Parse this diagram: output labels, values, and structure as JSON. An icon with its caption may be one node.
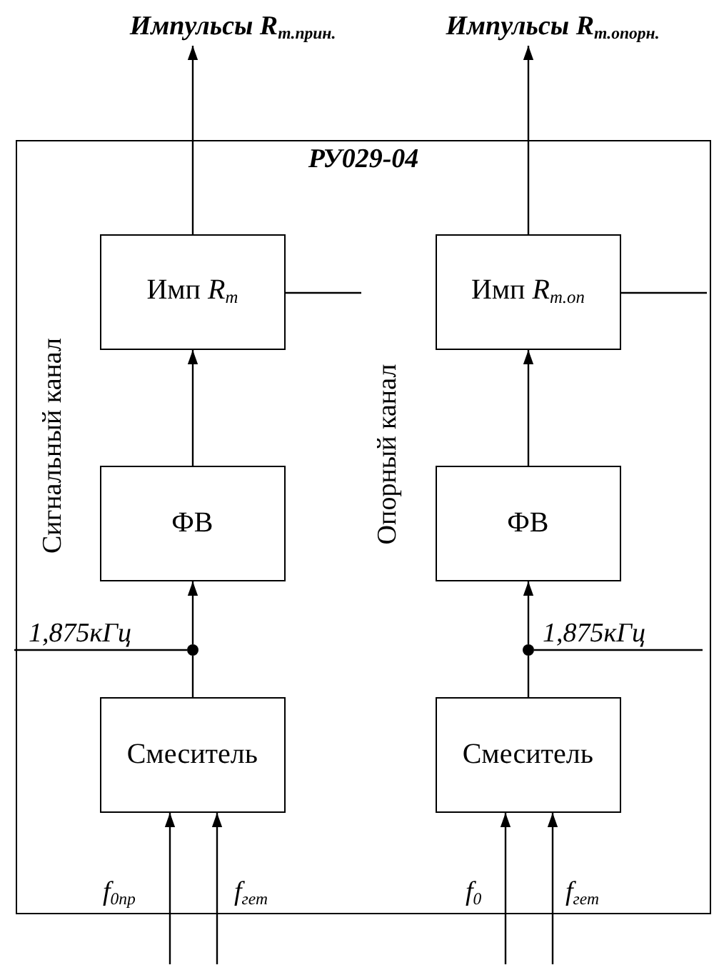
{
  "diagram": {
    "nodes": [
      {
        "text": [
          "РУ029-04"
        ]
      },
      {
        "text": [
          "Импульсы R$_{m.прин.}$"
        ]
      },
      {
        "text": [
          "Импульсы R$_{m.опорн.}$"
        ]
      },
      {
        "text": [
          "Имп *R*$_{m}$"
        ],
        "in": 0
      },
      {
        "text": [
          "ФВ"
        ],
        "in": 0
      },
      {
        "text": [
          "Смеситель"
        ],
        "in": 0
      },
      {
        "text": [
          "Имп *R*$_{m.on}$"
        ],
        "in": 0
      },
      {
        "text": [
          "ФВ"
        ],
        "in": 0
      },
      {
        "text": [
          "Смеситель"
        ],
        "in": 0
      },
      {
        "text": [],
        "shape": "circle",
        "in": 0
      },
      {
        "text": [],
        "shape": "circle",
        "in": 0
      }
    ],
    "edges": [
      {
        "from": 3,
        "to": 1,
        "arrow": "to"
      },
      {
        "from": 6,
        "to": 2,
        "arrow": "to"
      },
      {
        "from": 4,
        "to": 3,
        "arrow": "to"
      },
      {
        "from": 7,
        "to": 6,
        "arrow": "to"
      },
      {
        "from": 5,
        "to": 9,
        "arrow": "none"
      },
      {
        "from": 9,
        "to": 4,
        "arrow": "to"
      },
      {
        "from": 8,
        "to": 10,
        "arrow": "none"
      },
      {
        "from": 10,
        "to": 7,
        "arrow": "to"
      },
      {
        "from": 9,
        "to": null,
        "arrow": "none",
        "label": "1,875кГц"
      },
      {
        "from": 10,
        "to": null,
        "arrow": "none",
        "label": "1,875кГц"
      },
      {
        "from": 3,
        "to": null,
        "arrow": "none"
      },
      {
        "from": 6,
        "to": null,
        "arrow": "none"
      },
      {
        "from": null,
        "to": 5,
        "arrow": "to",
        "label": "f$_{0пр}$"
      },
      {
        "from": null,
        "to": 5,
        "arrow": "to",
        "label": "f$_{гет}$"
      },
      {
        "from": null,
        "to": 8,
        "arrow": "to",
        "label": "f$_{0}$"
      },
      {
        "from": null,
        "to": 8,
        "arrow": "to",
        "label": "f$_{гет}$"
      }
    ],
    "labels": [
      "Сигнальный канал",
      "Опорный канал"
    ]
  }
}
